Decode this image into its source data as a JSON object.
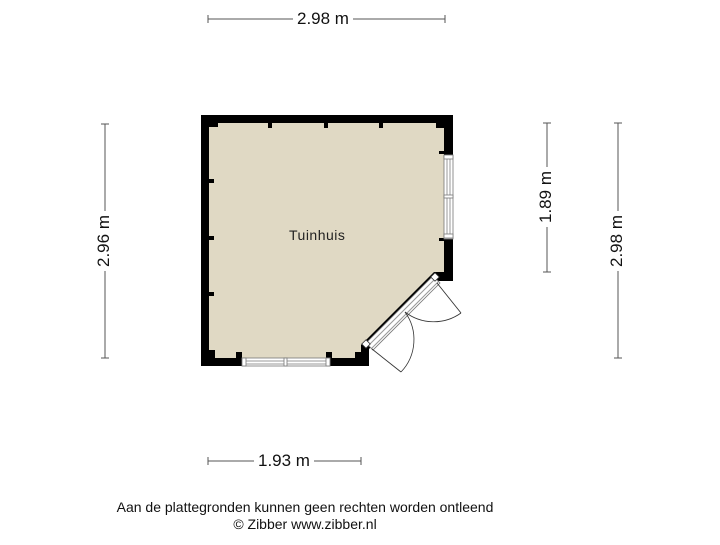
{
  "plan": {
    "room_name": "Tuinhuis",
    "floor_color": "#e0d9c4",
    "wall_color": "#000000",
    "window_color": "#9a9a9a"
  },
  "dimensions": {
    "top_width": "2.98 m",
    "bottom_width": "1.93 m",
    "left_height": "2.96 m",
    "right_inner_height": "1.89 m",
    "right_outer_height": "2.98 m"
  },
  "footer": {
    "disclaimer": "Aan de plattegronden kunnen geen rechten worden ontleend",
    "copyright": "© Zibber www.zibber.nl"
  }
}
